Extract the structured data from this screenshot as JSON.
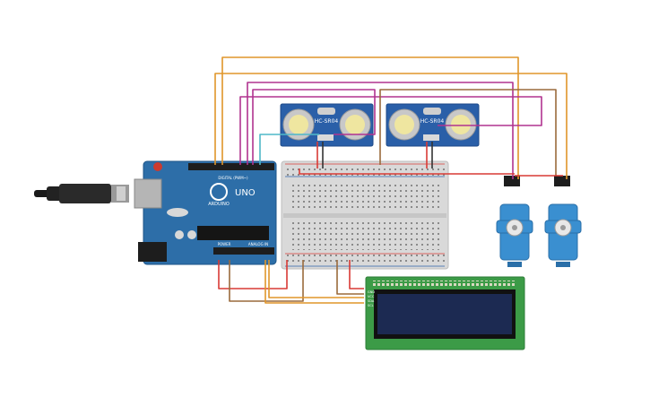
{
  "arduino": {
    "brand_label": "UNO",
    "logo_label": "ARDUINO",
    "digital_label": "DIGITAL (PWM~)",
    "power_label": "POWER",
    "analog_label": "ANALOG IN"
  },
  "sensors": [
    {
      "label": "HC-SR04"
    },
    {
      "label": "HC-SR04"
    }
  ],
  "lcd": {
    "pin_labels": [
      "GND",
      "VCC",
      "SDA",
      "SCL"
    ]
  },
  "colors": {
    "arduino_board": "#2d6ea8",
    "sensor_board": "#2a5fa8",
    "lcd_board": "#3c9b47",
    "lcd_screen": "#1c2a52",
    "servo_body": "#3a8fd0",
    "wire_orange": "#e0962a",
    "wire_magenta": "#b0338f",
    "wire_red": "#d93a35",
    "wire_brown": "#9a6a3c",
    "wire_cyan": "#4fb8c8"
  }
}
